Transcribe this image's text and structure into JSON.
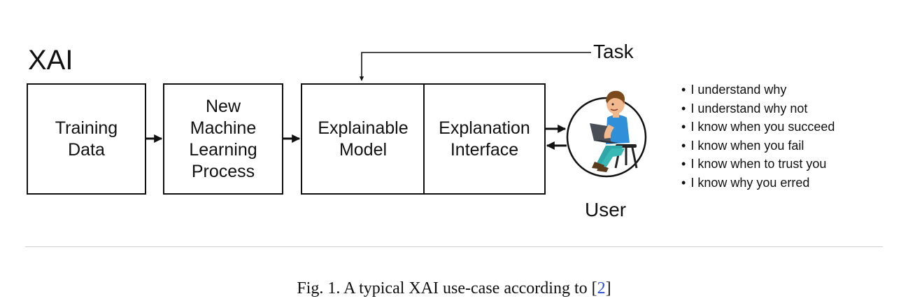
{
  "diagram": {
    "title": "XAI",
    "boxes": {
      "training_data": "Training\nData",
      "learning_process": "New\nMachine\nLearning\nProcess",
      "explainable_model": "Explainable\nModel",
      "explanation_interface": "Explanation\nInterface"
    },
    "task_label": "Task",
    "user_label": "User",
    "user_icon": "person-with-laptop-icon",
    "statements": [
      "I understand why",
      "I understand why not",
      "I know when you succeed",
      "I know when you fail",
      "I know when to trust you",
      "I know why you erred"
    ]
  },
  "caption": {
    "text": "Fig. 1. A typical XAI use-case according to ",
    "ref_open": "[",
    "ref_number": "2",
    "ref_close": "]"
  },
  "colors": {
    "line": "#111111",
    "reference_link": "#2a4fd6",
    "divider": "#cfcfcf"
  }
}
